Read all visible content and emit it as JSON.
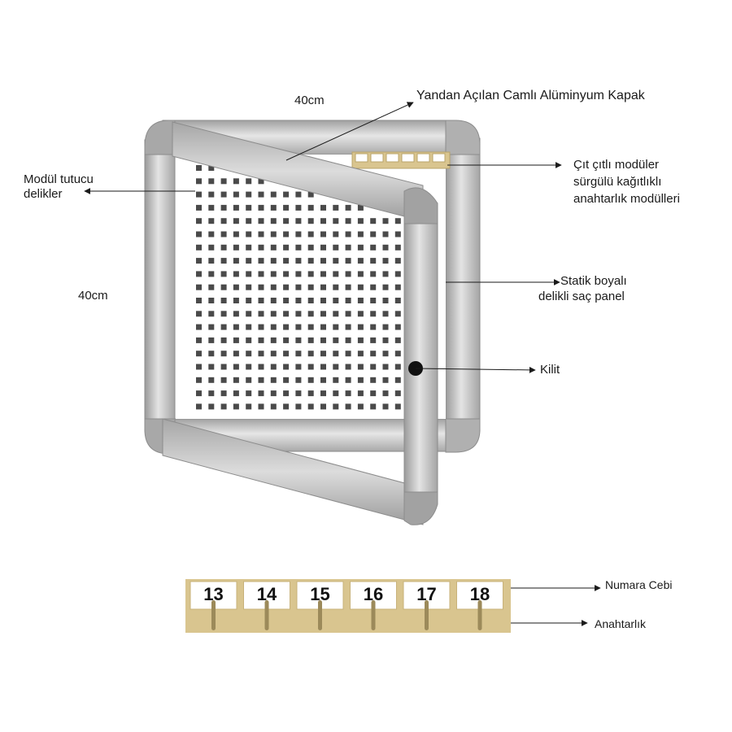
{
  "labels": {
    "top_width": "40cm",
    "left_height": "40cm",
    "door_label": "Yandan Açılan Camlı Alüminyum Kapak",
    "holes_label_line1": "Modül tutucu",
    "holes_label_line2": "delikler",
    "module_label_line1": "Çıt çıtlı modüler",
    "module_label_line2": "sürgülü kağıtlıklı",
    "module_label_line3": "anahtarlık modülleri",
    "panel_label_line1": "Statik boyalı",
    "panel_label_line2": "delikli saç  panel",
    "lock_label": "Kilit",
    "number_pocket_label": "Numara Cebi",
    "key_hook_label": "Anahtarlık"
  },
  "module_strip": {
    "numbers": [
      "13",
      "14",
      "15",
      "16",
      "17",
      "18"
    ]
  },
  "colors": {
    "frame_light": "#d9d9d9",
    "frame_mid": "#b8b8b8",
    "frame_dark": "#8f8f8f",
    "hole": "#4a4a4a",
    "module_strip": "#d9c58f",
    "hook": "#9c8a5a",
    "lock": "#111111",
    "leader_line": "#1a1a1a"
  }
}
